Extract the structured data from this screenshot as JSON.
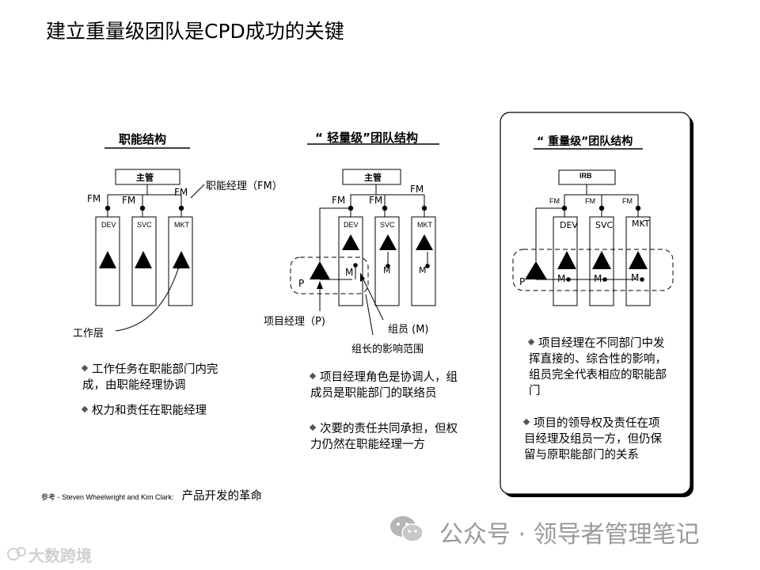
{
  "title": "建立重量级团队是CPD成功的关键",
  "col1": {
    "heading": "职能结构",
    "boss": "主管",
    "fm": [
      "FM",
      "FM",
      "FM"
    ],
    "fm_note": "职能经理（FM）",
    "depts": [
      "DEV",
      "SVC",
      "MKT"
    ],
    "worker": "工作层",
    "bullets": [
      "工作任务在职能部门内完成，由职能经理协调",
      "权力和责任在职能经理"
    ]
  },
  "col2": {
    "heading": "“ 轻量级”团队结构",
    "boss": "主管",
    "fm": [
      "FM",
      "FM",
      "FM"
    ],
    "depts": [
      "DEV",
      "SVC",
      "MKT"
    ],
    "p": "P",
    "m": [
      "M",
      "M",
      "M"
    ],
    "pm_note": "项目经理（P)",
    "member_note": "组员 (M)",
    "range_note": "组长的影响范围",
    "bullets": [
      "项目经理角色是协调人，组成员是职能部门的联络员",
      "次要的责任共同承担，但权力仍然在职能经理一方"
    ]
  },
  "col3": {
    "heading": "“ 重量级”团队结构",
    "boss": "IRB",
    "fm": [
      "FM",
      "FM",
      "FM"
    ],
    "depts": [
      "DEV",
      "SVC",
      "MKT"
    ],
    "p": "P",
    "m": [
      "M",
      "M",
      "M"
    ],
    "bullets": [
      "项目经理在不同部门中发挥直接的、综合性的影响，组员完全代表相应的职能部门",
      "项目的领导权及责任在项目经理及组员一方，但仍保留与原职能部门的关系"
    ]
  },
  "reference": {
    "prefix": "参考 - Steven Wheelwright and Kim Clark:",
    "book": "产品开发的革命"
  },
  "watermark": {
    "account": "公众号 · 领导者管理笔记",
    "brand": "大数跨境"
  }
}
